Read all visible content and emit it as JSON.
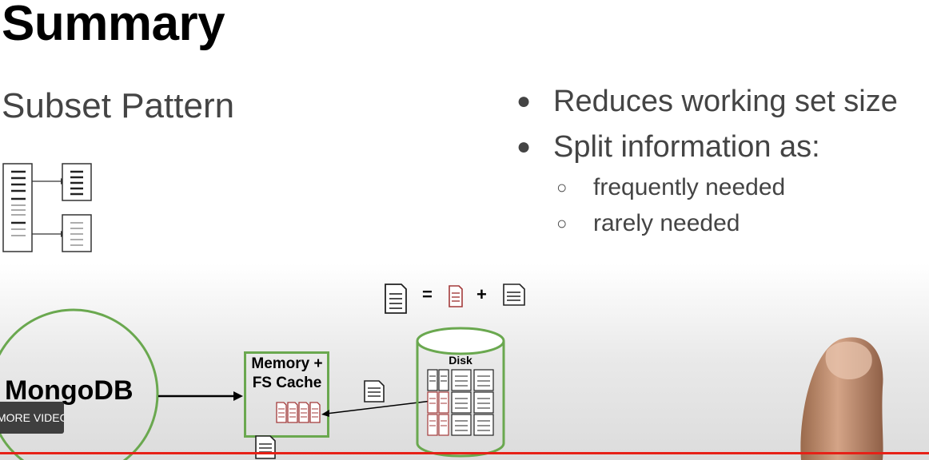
{
  "slide": {
    "title": "Summary",
    "subtitle": "Subset Pattern",
    "bullets": [
      "Reduces working set size",
      "Split information as:"
    ],
    "sub_bullets": [
      "frequently needed",
      "rarely needed"
    ],
    "bullet_char": "●",
    "sub_bullet_char": "○"
  },
  "diagram": {
    "mongodb_label": "MongoDB",
    "cache_label_line1": "Memory +",
    "cache_label_line2": "FS Cache",
    "disk_label": "Disk",
    "equals": "=",
    "plus": "+",
    "colors": {
      "green": "#6aa84f",
      "hot_doc": "#a33a3a",
      "doc": "#222222"
    }
  },
  "player": {
    "more_videos_label": "MORE VIDEOS",
    "progress_color": "#e62117"
  }
}
